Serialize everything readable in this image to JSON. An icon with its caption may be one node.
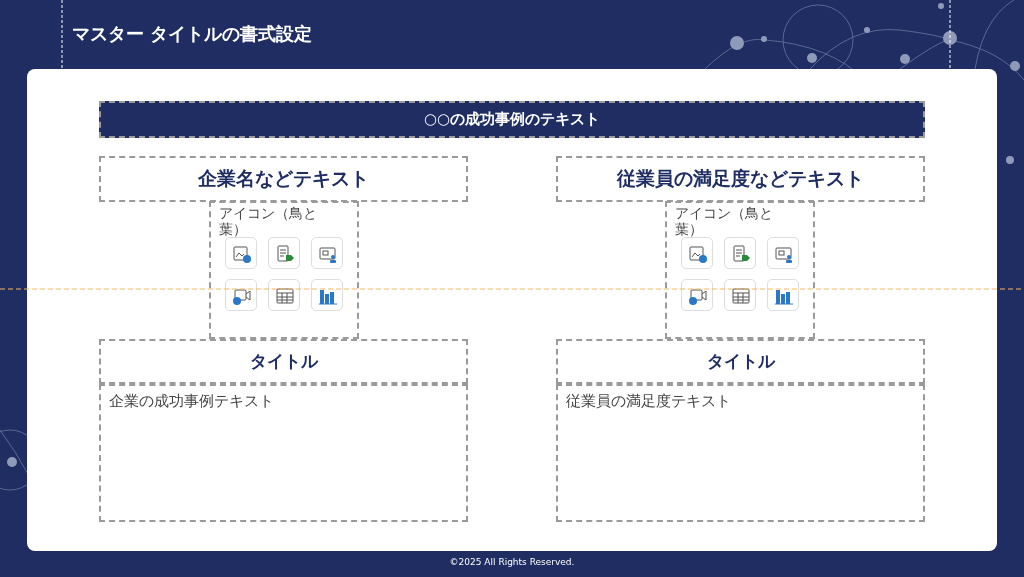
{
  "diagram": {
    "title": "マスター タイトルの書式設定",
    "nodes": [
      {
        "text": [
          "○○の成功事例のテキスト"
        ]
      },
      {
        "text": [
          "企業名などテキスト"
        ]
      },
      {
        "text": [
          "従業員の満足度などテキスト"
        ]
      },
      {
        "text": [
          "アイコン（鳥と葉）"
        ]
      },
      {
        "text": [
          "アイコン（鳥と葉）"
        ]
      },
      {
        "text": [
          "タイトル"
        ]
      },
      {
        "text": [
          "タイトル"
        ]
      },
      {
        "text": [
          "企業の成功事例テキスト"
        ]
      },
      {
        "text": [
          "従業員の満足度テキスト"
        ]
      }
    ],
    "labels": [
      "©2025 All Rights Reserved."
    ]
  }
}
